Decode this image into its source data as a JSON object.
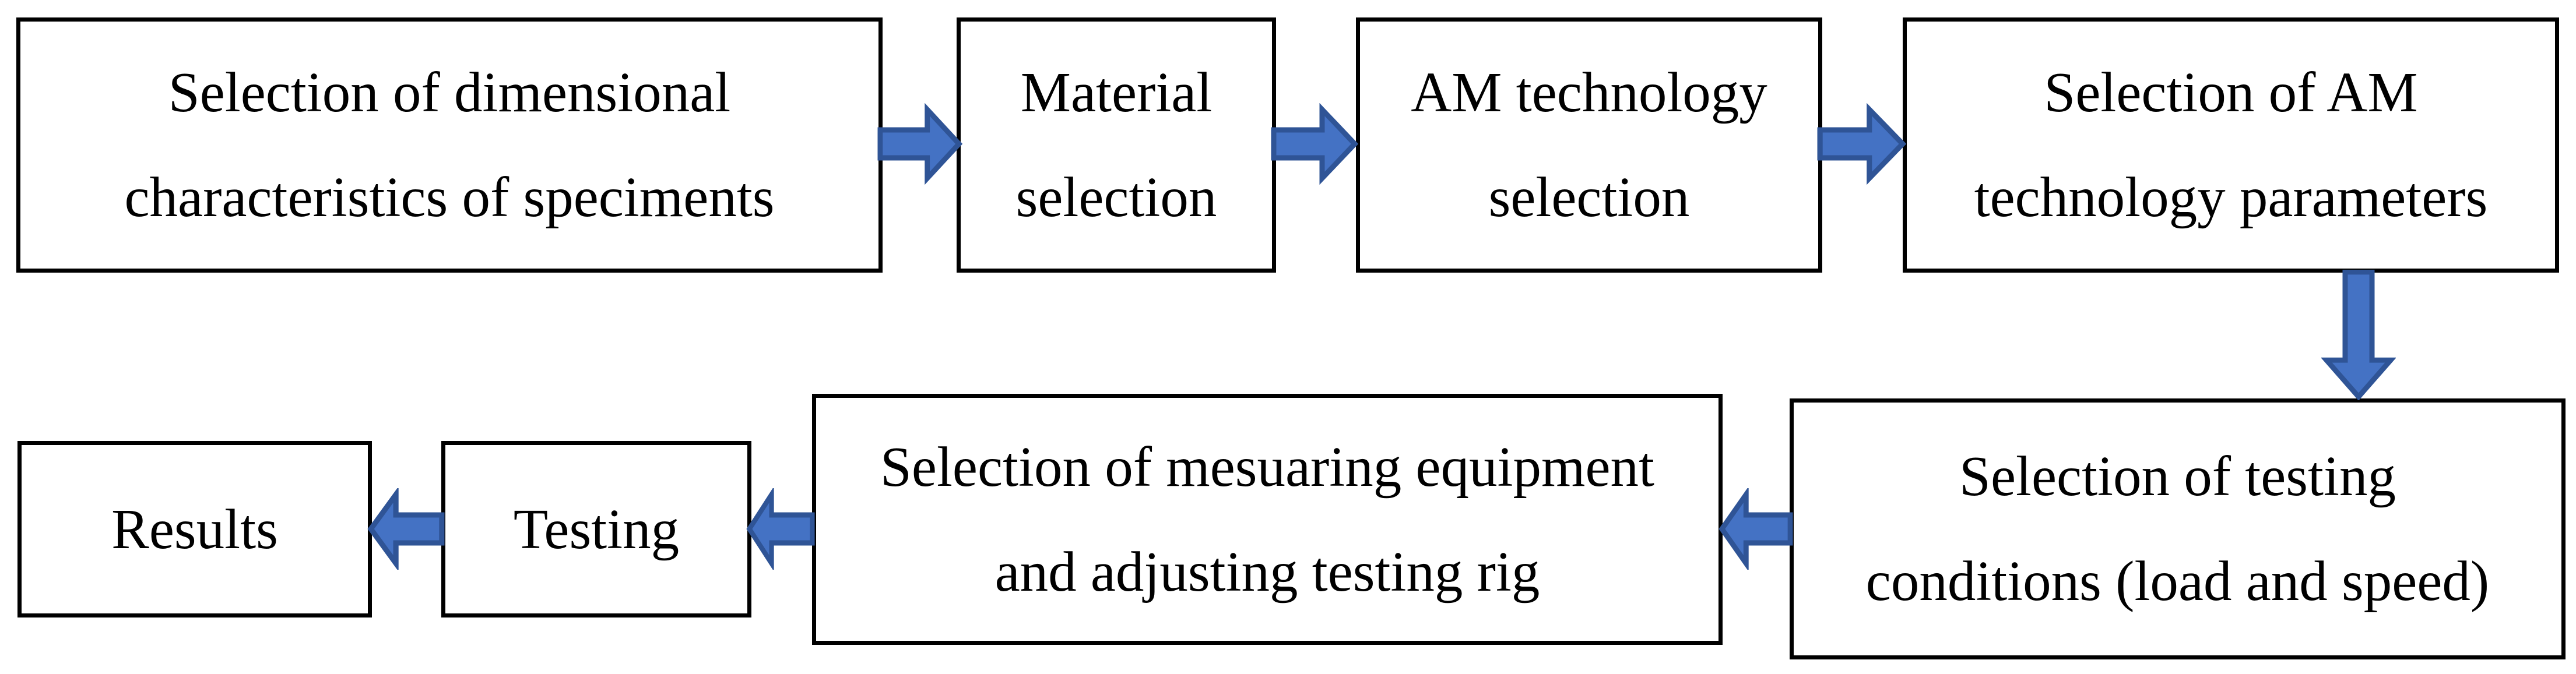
{
  "diagram": {
    "type": "flowchart",
    "background": "#FFFFFF",
    "boxes": [
      {
        "id": "dimensional",
        "lines": [
          "Selection of dimensional",
          "characteristics of speciments"
        ]
      },
      {
        "id": "material",
        "lines": [
          "Material",
          "selection"
        ]
      },
      {
        "id": "am-technology",
        "lines": [
          "AM technology",
          "selection"
        ]
      },
      {
        "id": "am-parameters",
        "lines": [
          "Selection of AM",
          "technology parameters"
        ]
      },
      {
        "id": "testing-conditions",
        "lines": [
          "Selection of testing",
          "conditions (load and speed)"
        ]
      },
      {
        "id": "measuring-equipment",
        "lines": [
          "Selection of mesuaring equipment",
          "and adjusting testing rig"
        ]
      },
      {
        "id": "testing",
        "lines": [
          "Testing"
        ]
      },
      {
        "id": "results",
        "lines": [
          "Results"
        ]
      }
    ],
    "connections": [
      {
        "from": "dimensional",
        "to": "material",
        "direction": "right"
      },
      {
        "from": "material",
        "to": "am-technology",
        "direction": "right"
      },
      {
        "from": "am-technology",
        "to": "am-parameters",
        "direction": "right"
      },
      {
        "from": "am-parameters",
        "to": "testing-conditions",
        "direction": "down"
      },
      {
        "from": "testing-conditions",
        "to": "measuring-equipment",
        "direction": "left"
      },
      {
        "from": "measuring-equipment",
        "to": "testing",
        "direction": "left"
      },
      {
        "from": "testing",
        "to": "results",
        "direction": "left"
      }
    ],
    "colors": {
      "arrow_fill": "#4472C4",
      "arrow_stroke": "#2F5496",
      "box_border": "#000000",
      "text": "#000000"
    }
  }
}
